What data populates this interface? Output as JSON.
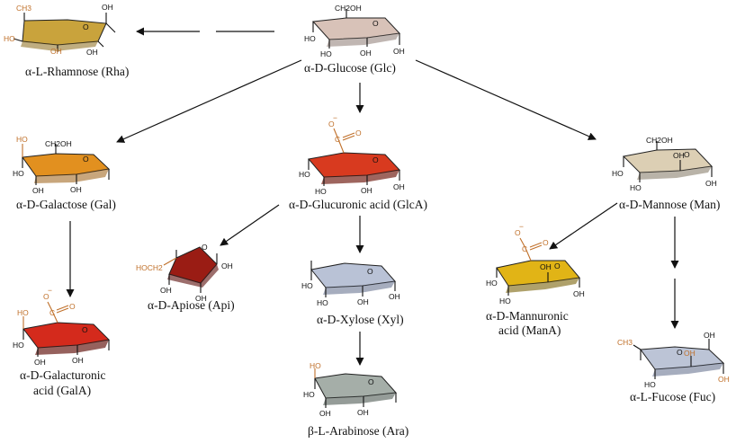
{
  "colors": {
    "rhamnose": "#c9a33c",
    "glucose": "#d8c2b8",
    "galactose": "#e2901f",
    "glucuronic": "#d83a1f",
    "mannose": "#dccfb4",
    "apiose": "#9a1c14",
    "xylose": "#b9c2d6",
    "mannuronic": "#e1b416",
    "galacturonic": "#d42a1c",
    "arabinose": "#a5aea8",
    "fucose": "#bcc4d6",
    "orange_text": "#c0702a"
  },
  "sugars": {
    "rhamnose": {
      "label": "α-L-Rhamnose (Rha)",
      "groups": {
        "ch3": "CH3",
        "o": "O",
        "oh1": "OH",
        "ho": "HO",
        "oh2": "OH",
        "oh3": "OH"
      }
    },
    "glucose": {
      "label": "α-D-Glucose (Glc)",
      "groups": {
        "ch2oh": "CH2OH",
        "o": "O",
        "ho1": "HO",
        "ho2": "HO",
        "oh1": "OH",
        "oh2": "OH"
      }
    },
    "galactose": {
      "label": "α-D-Galactose (Gal)",
      "groups": {
        "ho": "HO",
        "ch2oh": "CH2OH",
        "o": "O",
        "ho2": "HO",
        "oh1": "OH",
        "oh2": "OH"
      }
    },
    "glucuronic": {
      "label": "α-D-Glucuronic acid (GlcA)",
      "groups": {
        "o_minus": "O",
        "c": "C",
        "o_dbl": "O",
        "o": "O",
        "ho1": "HO",
        "ho2": "HO",
        "oh1": "OH",
        "oh2": "OH"
      }
    },
    "mannose": {
      "label": "α-D-Mannose (Man)",
      "groups": {
        "ch2oh": "CH2OH",
        "o": "O",
        "ho1": "HO",
        "ho2": "HO",
        "oh1": "OH",
        "oh2": "OH"
      }
    },
    "apiose": {
      "label": "α-D-Apiose (Api)",
      "groups": {
        "o": "O",
        "hoch2": "HOCH2",
        "oh1": "OH",
        "oh2": "OH",
        "oh3": "OH"
      }
    },
    "xylose": {
      "label": "α-D-Xylose (Xyl)",
      "groups": {
        "o": "O",
        "ho1": "HO",
        "ho2": "HO",
        "oh1": "OH",
        "oh2": "OH"
      }
    },
    "mannuronic": {
      "label_line1": "α-D-Mannuronic",
      "label_line2": "acid (ManA)",
      "groups": {
        "o_minus": "O",
        "c": "C",
        "o_dbl": "O",
        "o": "O",
        "ho1": "HO",
        "ho2": "HO",
        "oh1": "OH",
        "oh2": "OH"
      }
    },
    "galacturonic": {
      "label_line1": "α-D-Galacturonic",
      "label_line2": "acid (GalA)",
      "groups": {
        "ho": "HO",
        "o_minus": "O",
        "c": "C",
        "o_dbl": "O",
        "o": "O",
        "ho2": "HO",
        "oh1": "OH",
        "oh2": "OH"
      }
    },
    "arabinose": {
      "label": "β-L-Arabinose (Ara)",
      "groups": {
        "ho": "HO",
        "o": "O",
        "ho2": "HO",
        "oh1": "OH",
        "oh2": "OH"
      }
    },
    "fucose": {
      "label": "α-L-Fucose (Fuc)",
      "groups": {
        "ch3": "CH3",
        "o": "O",
        "oh1": "OH",
        "ho": "HO",
        "oh2": "OH",
        "oh3": "OH"
      }
    }
  }
}
